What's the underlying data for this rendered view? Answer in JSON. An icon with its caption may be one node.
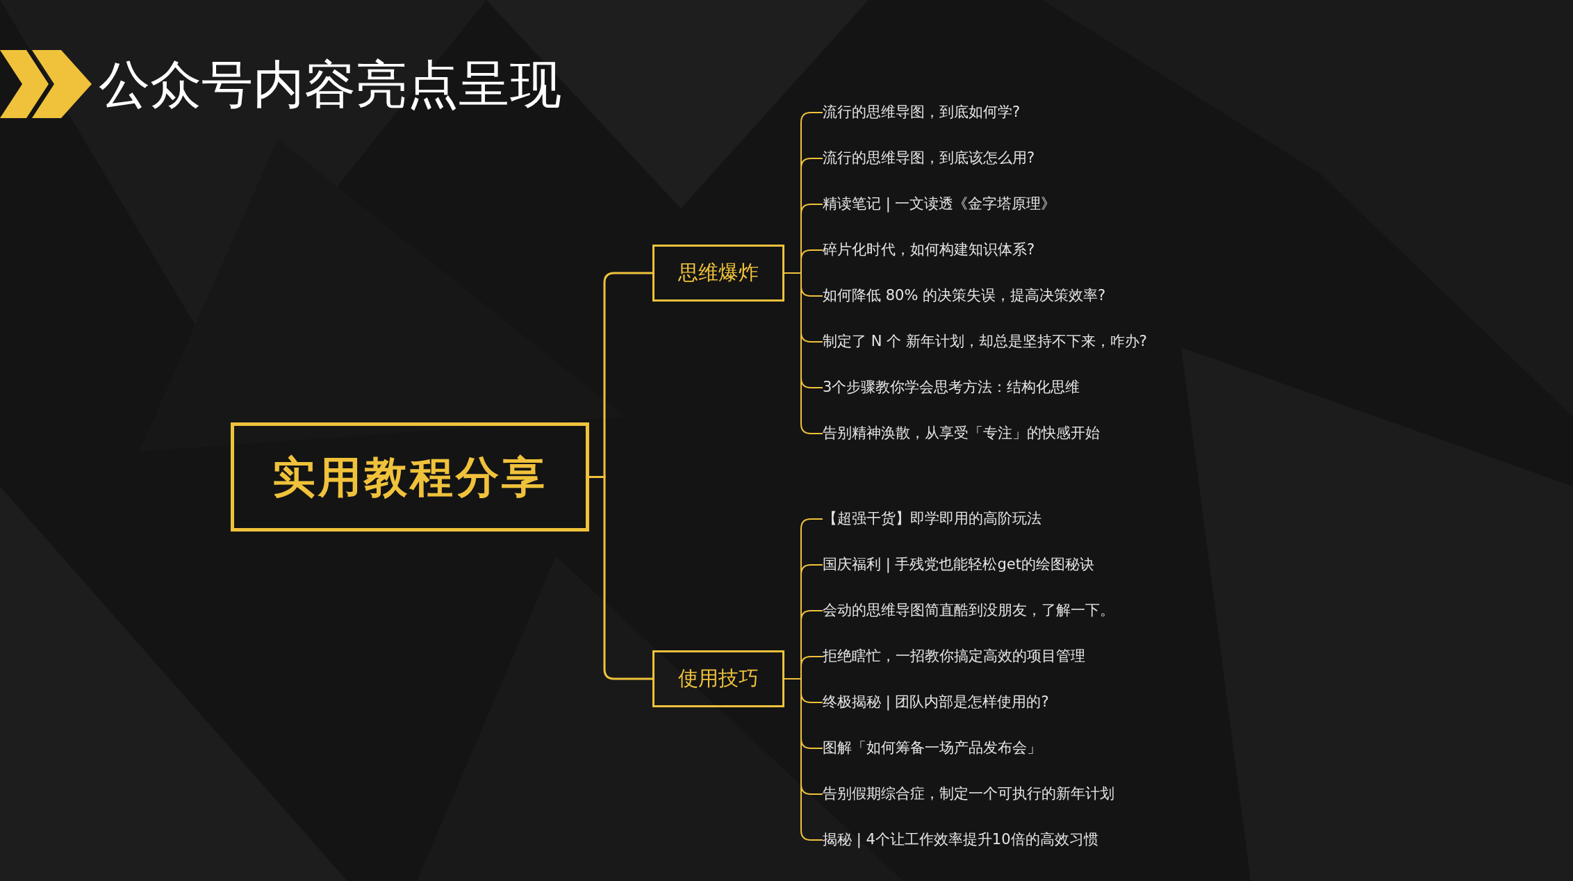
{
  "diagram": {
    "title": "公众号内容亮点呈现",
    "nodes": [
      {
        "text": [
          "实用教程分享"
        ]
      },
      {
        "text": [
          "思维爆炸"
        ]
      },
      {
        "text": [
          "流行的思维导图，到底如何学?"
        ]
      },
      {
        "text": [
          "流行的思维导图，到底该怎么用?"
        ]
      },
      {
        "text": [
          "精读笔记 | 一文读透《金字塔原理》"
        ]
      },
      {
        "text": [
          "碎片化时代，如何构建知识体系?"
        ]
      },
      {
        "text": [
          "如何降低 80% 的决策失误，提高决策效率?"
        ]
      },
      {
        "text": [
          "制定了 N 个 新年计划，却总是坚持不下来，咋办?"
        ]
      },
      {
        "text": [
          "3个步骤教你学会思考方法：结构化思维"
        ]
      },
      {
        "text": [
          "告别精神涣散，从享受「专注」的快感开始"
        ]
      },
      {
        "text": [
          "使用技巧"
        ]
      },
      {
        "text": [
          "【超强干货】即学即用的高阶玩法"
        ]
      },
      {
        "text": [
          "国庆福利 | 手残党也能轻松get的绘图秘诀"
        ]
      },
      {
        "text": [
          "会动的思维导图简直酷到没朋友，了解一下。"
        ]
      },
      {
        "text": [
          "拒绝瞎忙，一招教你搞定高效的项目管理"
        ]
      },
      {
        "text": [
          "终极揭秘 | 团队内部是怎样使用的?"
        ]
      },
      {
        "text": [
          "图解「如何筹备一场产品发布会」"
        ]
      },
      {
        "text": [
          "告别假期综合症，制定一个可执行的新年计划"
        ]
      },
      {
        "text": [
          "揭秘 | 4个让工作效率提升10倍的高效习惯"
        ]
      }
    ],
    "edges": [
      {
        "from": 0,
        "to": 1,
        "arrow": "none"
      },
      {
        "from": 0,
        "to": 10,
        "arrow": "none"
      },
      {
        "from": 1,
        "to": 2,
        "arrow": "none"
      },
      {
        "from": 1,
        "to": 3,
        "arrow": "none"
      },
      {
        "from": 1,
        "to": 4,
        "arrow": "none"
      },
      {
        "from": 1,
        "to": 5,
        "arrow": "none"
      },
      {
        "from": 1,
        "to": 6,
        "arrow": "none"
      },
      {
        "from": 1,
        "to": 7,
        "arrow": "none"
      },
      {
        "from": 1,
        "to": 8,
        "arrow": "none"
      },
      {
        "from": 1,
        "to": 9,
        "arrow": "none"
      },
      {
        "from": 10,
        "to": 11,
        "arrow": "none"
      },
      {
        "from": 10,
        "to": 12,
        "arrow": "none"
      },
      {
        "from": 10,
        "to": 13,
        "arrow": "none"
      },
      {
        "from": 10,
        "to": 14,
        "arrow": "none"
      },
      {
        "from": 10,
        "to": 15,
        "arrow": "none"
      },
      {
        "from": 10,
        "to": 16,
        "arrow": "none"
      },
      {
        "from": 10,
        "to": 17,
        "arrow": "none"
      },
      {
        "from": 10,
        "to": 18,
        "arrow": "none"
      }
    ]
  }
}
